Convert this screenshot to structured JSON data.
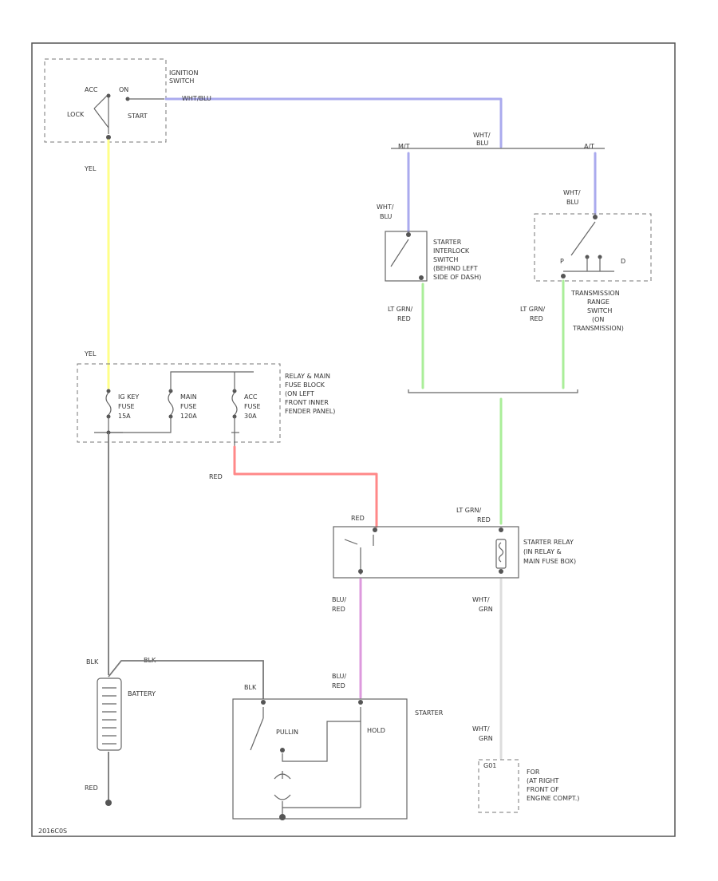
{
  "colors": {
    "frame": "#555555",
    "wht_blu": "#aaaaee",
    "yel": "#ffff88",
    "lt_grn_red": "#aaee99",
    "red": "#ff8888",
    "blu_red": "#dd99dd",
    "wht_grn": "#dddddd",
    "ground": "#777777"
  },
  "ignition_switch": {
    "label_line1": "IGNITION",
    "label_line2": "SWITCH",
    "acc": "ACC",
    "on": "ON",
    "lock": "LOCK",
    "start": "START"
  },
  "wires": {
    "wht_blu_top": "WHT/BLU",
    "wht_line1": "WHT/",
    "blu_line2": "BLU",
    "mt": "M/T",
    "at": "A/T",
    "yel_top": "YEL",
    "yel_mid": "YEL",
    "lt_grn_left_1": "LT GRN/",
    "lt_grn_left_2": "RED",
    "lt_grn_right_1": "LT GRN/",
    "lt_grn_right_2": "RED",
    "red_wire": "RED",
    "lt_grn_relay_1": "LT GRN/",
    "lt_grn_relay_2": "RED",
    "red_relay": "RED",
    "blu_red_1a": "BLU/",
    "blu_red_1b": "RED",
    "blu_red_2a": "BLU/",
    "blu_red_2b": "RED",
    "wht_grn_1a": "WHT/",
    "wht_grn_1b": "GRN",
    "wht_grn_2a": "WHT/",
    "wht_grn_2b": "GRN",
    "blk_left": "BLK",
    "blk_top": "BLK",
    "blk_starter": "BLK",
    "red_battery": "RED"
  },
  "interlock_switch": {
    "line1": "STARTER",
    "line2": "INTERLOCK",
    "line3": "SWITCH",
    "line4": "(BEHIND LEFT",
    "line5": "SIDE OF DASH)"
  },
  "trans_switch": {
    "line1": "TRANSMISSION",
    "line2": "RANGE",
    "line3": "SWITCH",
    "line4": "(ON",
    "line5": "TRANSMISSION)",
    "p": "P",
    "d": "D"
  },
  "fuse_block": {
    "line1": "RELAY & MAIN",
    "line2": "FUSE BLOCK",
    "line3": "(ON LEFT",
    "line4": "FRONT INNER",
    "line5": "FENDER PANEL)",
    "fuse1_a": "IG KEY",
    "fuse1_b": "FUSE",
    "fuse1_c": "15A",
    "fuse2_a": "MAIN",
    "fuse2_b": "FUSE",
    "fuse2_c": "120A",
    "fuse3_a": "ACC",
    "fuse3_b": "FUSE",
    "fuse3_c": "30A"
  },
  "starter_relay": {
    "line1": "STARTER RELAY",
    "line2": "(IN RELAY &",
    "line3": "MAIN FUSE BOX)"
  },
  "battery": {
    "label": "BATTERY"
  },
  "starter": {
    "label": "STARTER",
    "pullin": "PULLIN",
    "hold": "HOLD"
  },
  "ground_point": {
    "id": "G01",
    "line1": "FOR",
    "line2": "(AT RIGHT",
    "line3": "FRONT OF",
    "line4": "ENGINE COMPT.)"
  },
  "footer": {
    "code": "2016C0S"
  }
}
